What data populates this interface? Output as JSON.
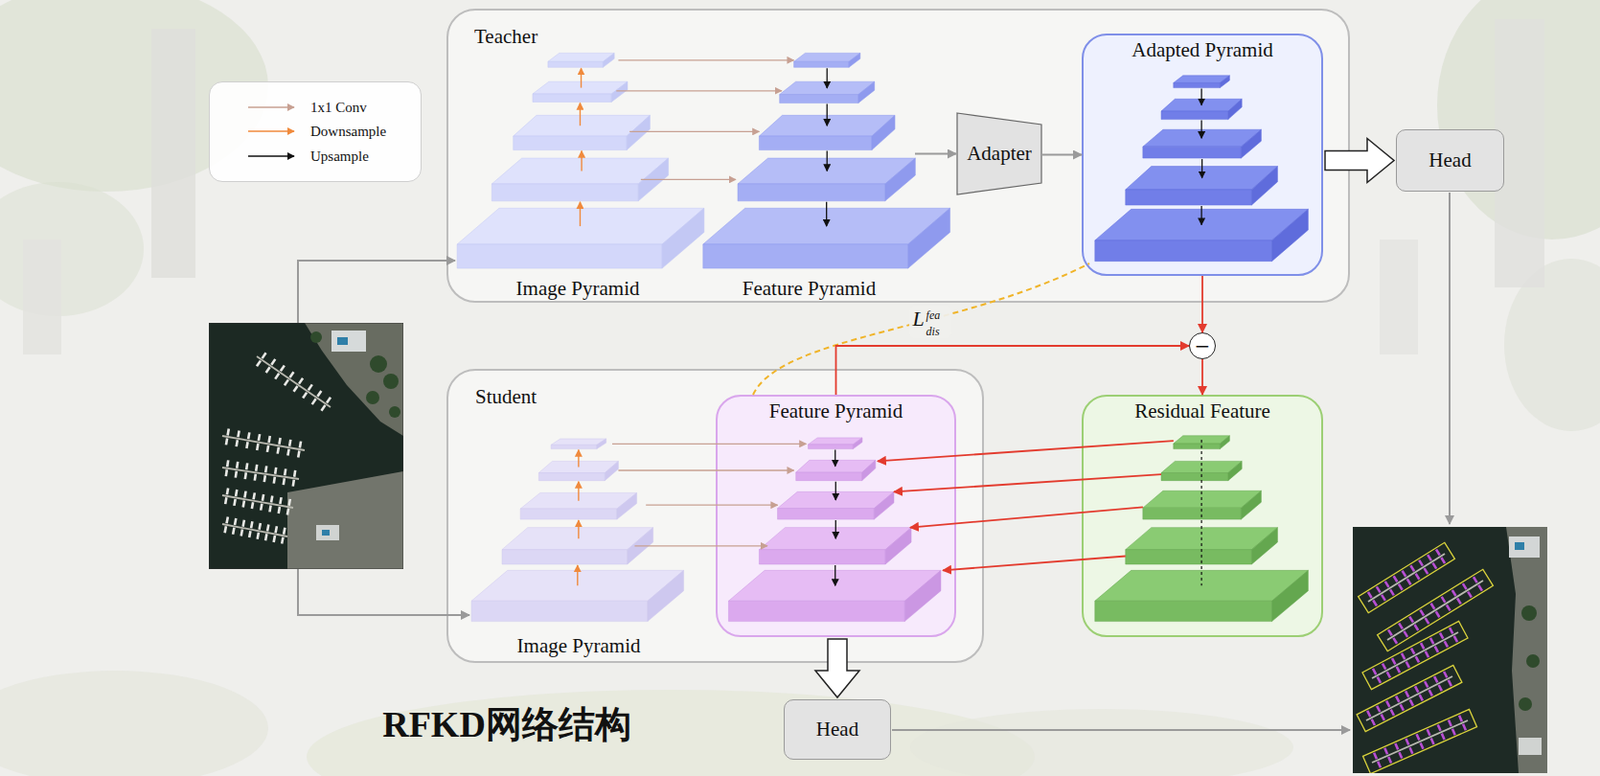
{
  "diagram": {
    "title": "RFKD网络结构",
    "nodes": [
      {
        "text": [
          "Teacher"
        ]
      },
      {
        "text": [
          "Feature Pyramid"
        ],
        "in": 0
      },
      {
        "text": [
          "Adapter"
        ],
        "in": 0
      },
      {
        "text": [
          "Adapted Pyramid"
        ],
        "in": 0
      },
      {
        "text": [
          "Head"
        ]
      },
      {
        "text": [
          "Student"
        ]
      },
      {
        "text": [
          "Feature Pyramid"
        ],
        "in": 5
      },
      {
        "text": [
          "−"
        ]
      },
      {
        "text": [
          "Residual Feature"
        ]
      },
      {
        "text": [
          "Head"
        ]
      }
    ],
    "edges": [
      {
        "from": 1,
        "to": 2,
        "arrow": "to"
      },
      {
        "from": 2,
        "to": 3,
        "arrow": "to"
      },
      {
        "from": 3,
        "to": 4,
        "arrow": "to"
      },
      {
        "from": 6,
        "to": 3,
        "label": "L",
        "arrow": "none"
      },
      {
        "from": 3,
        "to": 7,
        "arrow": "to"
      },
      {
        "from": 6,
        "to": 7,
        "arrow": "to"
      },
      {
        "from": 7,
        "to": 8,
        "arrow": "to"
      },
      {
        "from": 8,
        "to": 6,
        "arrow": "to"
      },
      {
        "from": 8,
        "to": 6,
        "arrow": "to"
      },
      {
        "from": 8,
        "to": 6,
        "arrow": "to"
      },
      {
        "from": 8,
        "to": 6,
        "arrow": "to"
      },
      {
        "from": 6,
        "to": 9,
        "arrow": "to"
      }
    ],
    "labels": [
      "Image Pyramid",
      "Image Pyramid",
      "fea",
      "dis"
    ],
    "legend": [
      {
        "text": "1x1 Conv"
      },
      {
        "text": "Downsample"
      },
      {
        "text": "Upsample"
      }
    ]
  }
}
